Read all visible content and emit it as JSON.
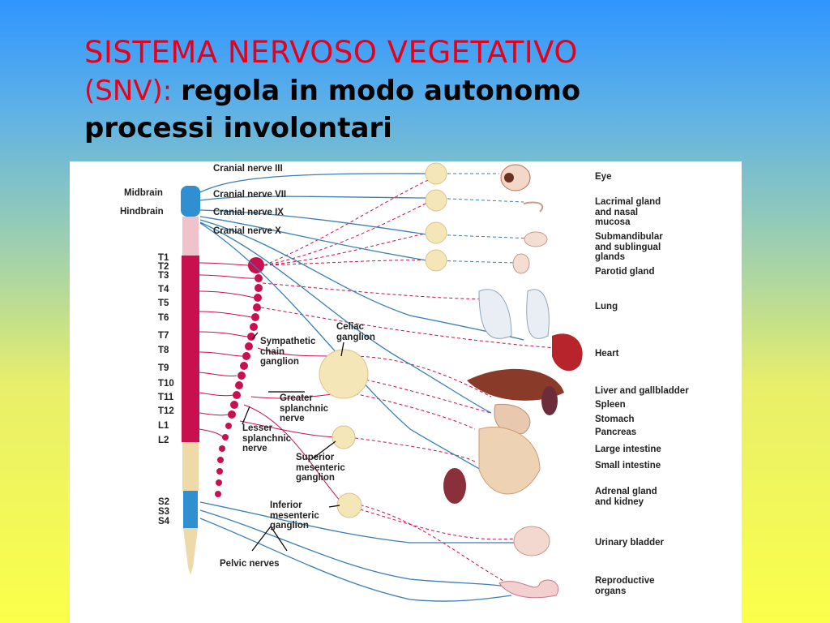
{
  "title": {
    "line1": "SISTEMA NERVOSO VEGETATIVO",
    "line2_red": "(SNV):",
    "line2_black": "regola in modo autonomo",
    "line3": "processi involontari"
  },
  "diagram": {
    "cranial_nerves": [
      "Cranial nerve III",
      "Cranial nerve VII",
      "Cranial nerve IX",
      "Cranial nerve X"
    ],
    "brain_labels": {
      "midbrain": "Midbrain",
      "hindbrain": "Hindbrain"
    },
    "spinal_segments": [
      "T1",
      "T2",
      "T3",
      "T4",
      "T5",
      "T6",
      "T7",
      "T8",
      "T9",
      "T10",
      "T11",
      "T12",
      "L1",
      "L2"
    ],
    "sacral_segments": [
      "S2",
      "S3",
      "S4"
    ],
    "structures": {
      "sympathetic_chain": "Sympathetic\nchain\nganglion",
      "celiac": "Celiac\nganglion",
      "greater_splanchnic": "Greater\nsplanchnic\nnerve",
      "lesser_splanchnic": "Lesser\nsplanchnic\nnerve",
      "superior_mesenteric": "Superior\nmesenteric\nganglion",
      "inferior_mesenteric": "Inferior\nmesenteric\nganglion",
      "pelvic_nerves": "Pelvic nerves"
    },
    "organs": {
      "eye": "Eye",
      "lacrimal": "Lacrimal gland\nand nasal\nmucosa",
      "submandibular": "Submandibular\nand sublingual\nglands",
      "parotid": "Parotid gland",
      "lung": "Lung",
      "heart": "Heart",
      "liver": "Liver and gallbladder",
      "spleen": "Spleen",
      "stomach": "Stomach",
      "pancreas": "Pancreas",
      "large_intestine": "Large intestine",
      "small_intestine": "Small intestine",
      "adrenal": "Adrenal gland\nand kidney",
      "bladder": "Urinary bladder",
      "reproductive": "Reproductive\norgans"
    },
    "colors": {
      "sympathetic": "#c8104f",
      "parasympathetic": "#3a7fb5",
      "cord_blue": "#2f8fd0",
      "cord_tan": "#eed9a8",
      "ganglion_fill": "#f5e6b8"
    }
  }
}
